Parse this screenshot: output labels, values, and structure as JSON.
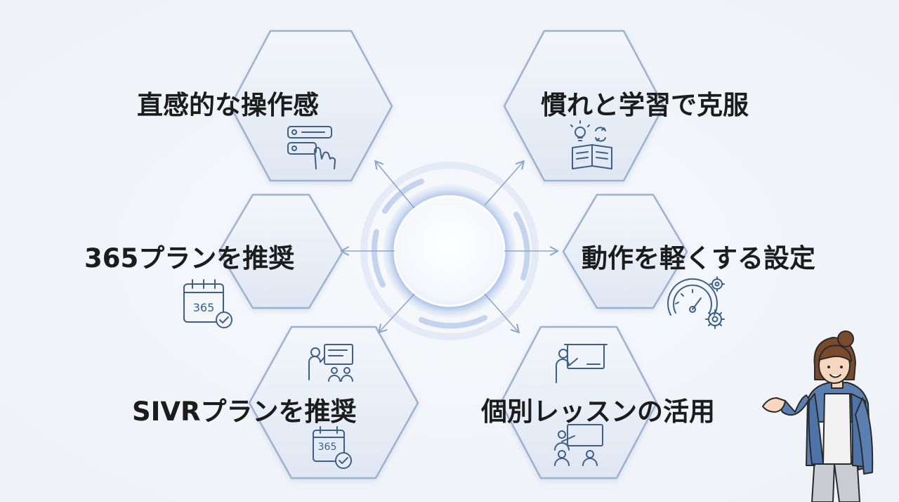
{
  "items": [
    {
      "label": "直感的な操作感",
      "icon": "touch-panel-icon"
    },
    {
      "label": "慣れと学習で克服",
      "icon": "book-lightbulb-icon"
    },
    {
      "label": "365プランを推奨",
      "icon": "calendar-365-icon",
      "icon_text": "365"
    },
    {
      "label": "動作を軽くする設定",
      "icon": "speedometer-gear-icon"
    },
    {
      "label": "SIVRプランを推奨",
      "icon": "presentation-calendar-icon",
      "icon_text": "365"
    },
    {
      "label": "個別レッスンの活用",
      "icon": "lesson-board-icon"
    }
  ],
  "colors": {
    "hex_stroke": "#8fa6c6",
    "hex_fill": "#e6edf7",
    "arrow": "#8ea6c8",
    "icon": "#3f5f86",
    "text": "#1c1c1c"
  }
}
